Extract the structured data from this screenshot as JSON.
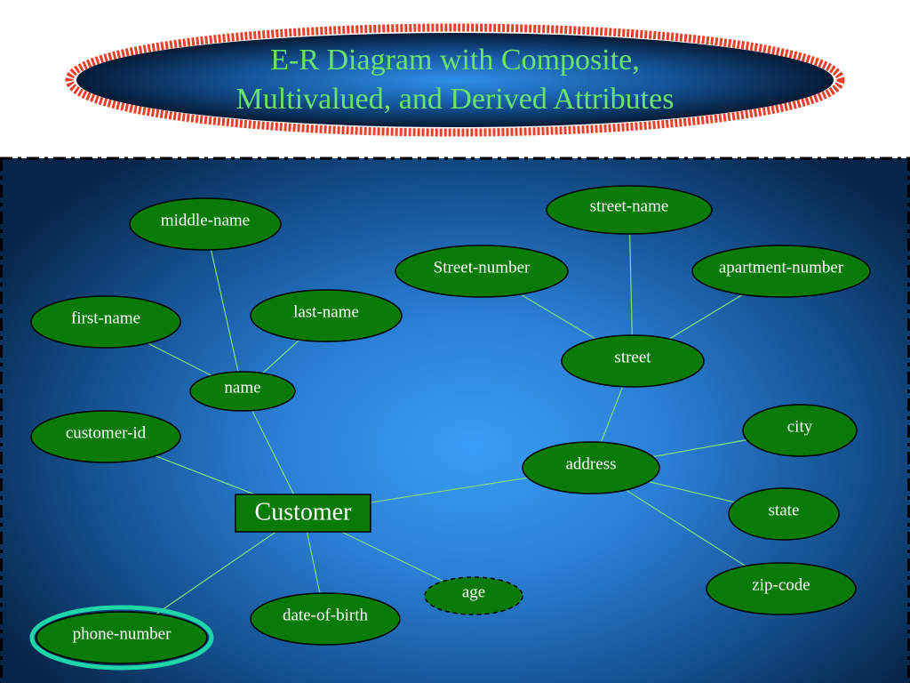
{
  "title": {
    "line1": "E-R Diagram with Composite,",
    "line2": "Multivalued, and Derived Attributes"
  },
  "colors": {
    "title_text": "#6be36b",
    "title_border": "#e8402a",
    "attr_fill": "#087a08",
    "edge": "#7fe07f",
    "multivalued_ring": "#1fd6a8"
  },
  "diagram": {
    "entity": {
      "id": "customer",
      "label": "Customer"
    },
    "attributes": [
      {
        "id": "middle-name",
        "label": "middle-name",
        "kind": "simple"
      },
      {
        "id": "first-name",
        "label": "first-name",
        "kind": "simple"
      },
      {
        "id": "last-name",
        "label": "last-name",
        "kind": "simple"
      },
      {
        "id": "name",
        "label": "name",
        "kind": "composite"
      },
      {
        "id": "customer-id",
        "label": "customer-id",
        "kind": "simple"
      },
      {
        "id": "phone-number",
        "label": "phone-number",
        "kind": "multivalued"
      },
      {
        "id": "date-of-birth",
        "label": "date-of-birth",
        "kind": "simple"
      },
      {
        "id": "age",
        "label": "age",
        "kind": "derived"
      },
      {
        "id": "street-name",
        "label": "street-name",
        "kind": "simple"
      },
      {
        "id": "street-number",
        "label": "Street-number",
        "kind": "simple"
      },
      {
        "id": "apartment-number",
        "label": "apartment-number",
        "kind": "simple"
      },
      {
        "id": "street",
        "label": "street",
        "kind": "composite"
      },
      {
        "id": "city",
        "label": "city",
        "kind": "simple"
      },
      {
        "id": "address",
        "label": "address",
        "kind": "composite"
      },
      {
        "id": "state",
        "label": "state",
        "kind": "simple"
      },
      {
        "id": "zip-code",
        "label": "zip-code",
        "kind": "simple"
      }
    ],
    "edges": [
      [
        "middle-name",
        "name"
      ],
      [
        "first-name",
        "name"
      ],
      [
        "last-name",
        "name"
      ],
      [
        "name",
        "customer"
      ],
      [
        "customer-id",
        "customer"
      ],
      [
        "phone-number",
        "customer"
      ],
      [
        "date-of-birth",
        "customer"
      ],
      [
        "age",
        "customer"
      ],
      [
        "address",
        "customer"
      ],
      [
        "street",
        "address"
      ],
      [
        "city",
        "address"
      ],
      [
        "state",
        "address"
      ],
      [
        "zip-code",
        "address"
      ],
      [
        "street-name",
        "street"
      ],
      [
        "street-number",
        "street"
      ],
      [
        "apartment-number",
        "street"
      ]
    ]
  }
}
